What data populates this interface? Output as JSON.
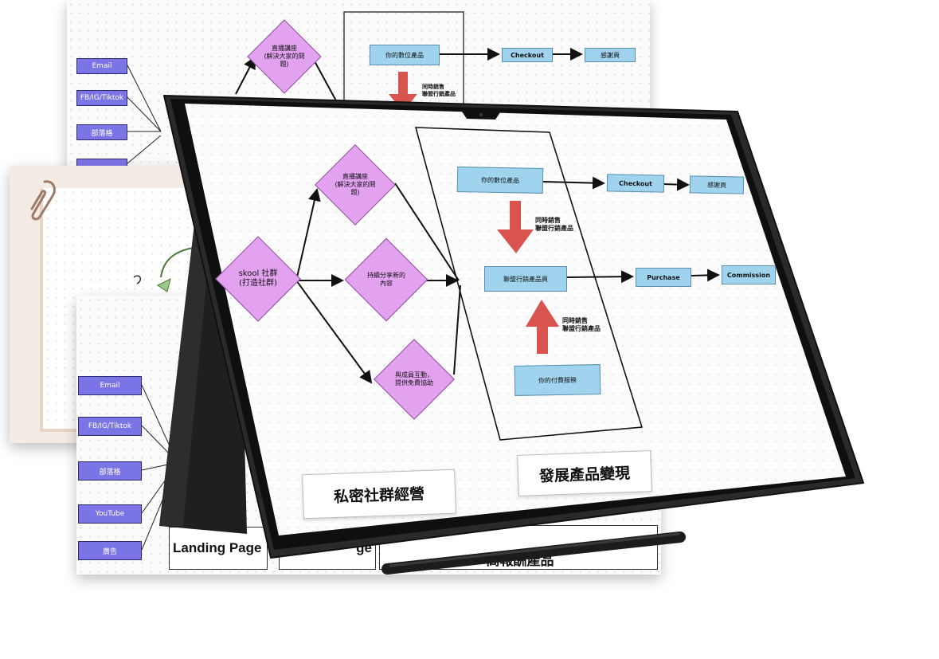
{
  "back_board": {
    "source_boxes": [
      "Email",
      "FB/IG/Tiktok",
      "部落格",
      ""
    ],
    "diamond_top": "直播講座\n(解決大家的問\n題)",
    "product": "你的數位產品",
    "checkout": "Checkout",
    "thanks": "感謝頁",
    "sell_note": "同時銷售\n聯盟行銷產品"
  },
  "front_board": {
    "source_boxes": [
      "Email",
      "FB/IG/Tiktok",
      "部落格",
      "YouTube",
      "廣告"
    ],
    "landing_1": "Landing Page",
    "landing_2": "ge",
    "landing_3": "高報酬產品"
  },
  "tablet": {
    "community": "skool 社群\n(打造社群)",
    "live": "直播講座\n(解決大家的問\n題)",
    "share": "持續分享新的\n內容",
    "interact": "與成員互動，\n提供免費協助",
    "product": "你的數位產品",
    "checkout": "Checkout",
    "thanks": "感謝頁",
    "sell_note_1": "同時銷售\n聯盟行銷產品",
    "affiliate_page": "聯盟行銷產品頁",
    "purchase": "Purchase",
    "commission": "Commission",
    "sell_note_2": "同時銷售\n聯盟行銷產品",
    "paid_service": "你的付費服務",
    "label_left": "私密社群經營",
    "label_right": "發展產品變現"
  },
  "colors": {
    "source_box": "#7b74e6",
    "diamond": "#e3a2f0",
    "product_box": "#9fd3ee",
    "arrow_red": "#d9534f"
  }
}
